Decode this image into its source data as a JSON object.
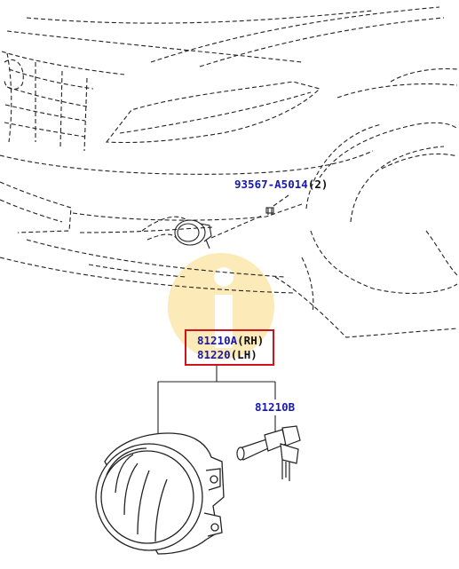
{
  "colors": {
    "part_number": "#1a1aa8",
    "suffix": "#111111",
    "highlight_box": "#d0121b",
    "line_art": "#222222",
    "watermark": "#fbe3a0"
  },
  "icons": {
    "watermark": "info-watermark-icon"
  },
  "parts": {
    "bolt": {
      "number": "93567-A5014",
      "qty": "(2)"
    },
    "fog_lamp_rh": {
      "number": "81210A",
      "side": "(RH)"
    },
    "fog_lamp_lh": {
      "number": "81220",
      "side": "(LH)"
    },
    "bulb": {
      "number": "81210B"
    }
  }
}
